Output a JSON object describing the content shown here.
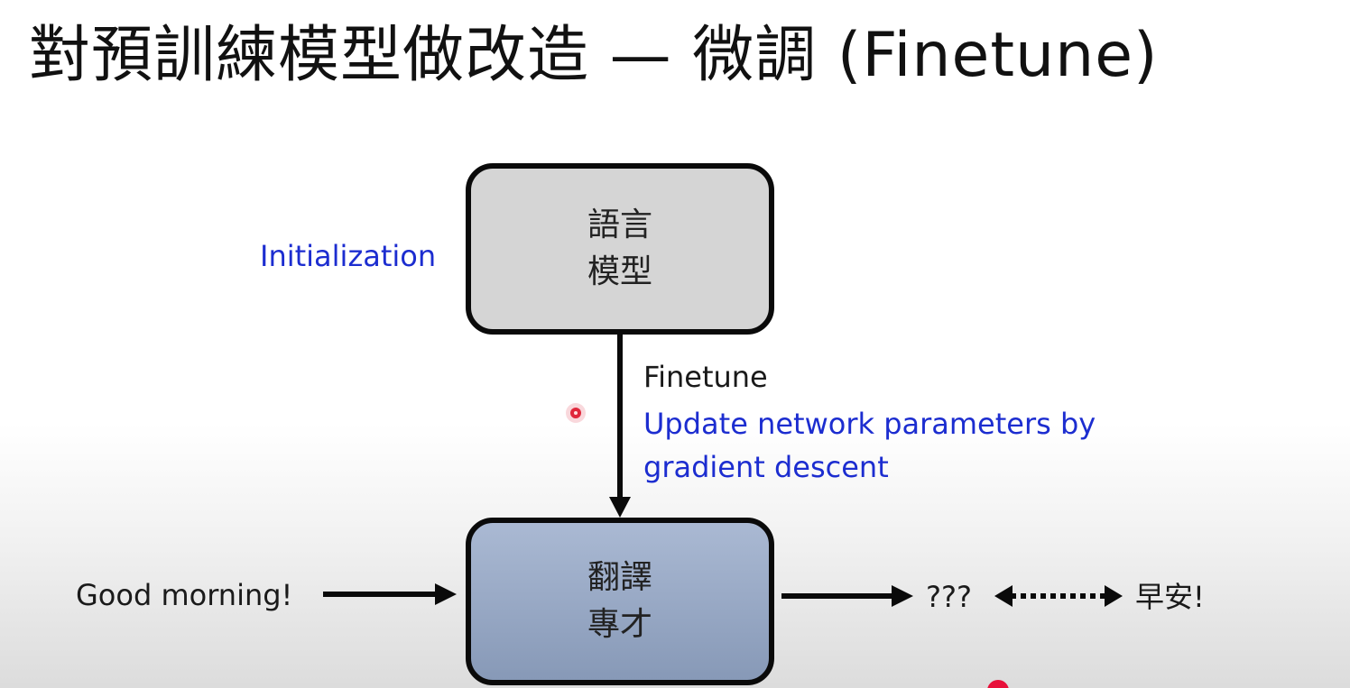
{
  "slide": {
    "title": "對預訓練模型做改造 — 微調 (Finetune)"
  },
  "diagram": {
    "language_model": {
      "line1": "語言",
      "line2": "模型"
    },
    "translator": {
      "line1": "翻譯",
      "line2": "專才"
    },
    "initialization_label": "Initialization",
    "finetune_label": "Finetune",
    "update_line1": "Update network parameters by",
    "update_line2": "gradient descent",
    "input_text": "Good morning!",
    "output_text": "???",
    "target_text": "早安!"
  },
  "colors": {
    "blue_text": "#1c2dd0",
    "laser_pointer": "#e0283c",
    "box_gray": "#d5d5d5",
    "box_blue": "#98a9c6"
  }
}
